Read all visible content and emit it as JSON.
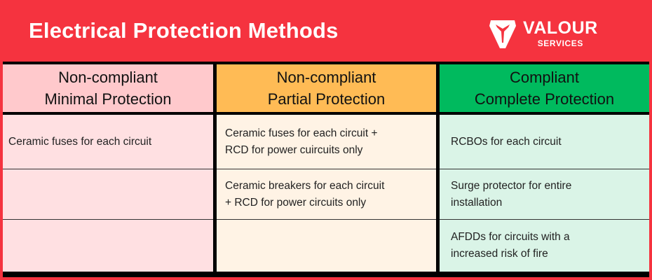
{
  "header": {
    "title": "Electrical Protection Methods",
    "logo": {
      "name": "VALOUR",
      "subtitle": "SERVICES",
      "icon": "valour-shield-icon"
    }
  },
  "colors": {
    "frame": "#F5333F",
    "col_minimal_header": "#FFC9CC",
    "col_minimal_body": "#FFE0E2",
    "col_partial_header": "#FFBB55",
    "col_partial_body": "#FFF3E5",
    "col_complete_header": "#00BA5E",
    "col_complete_body": "#DAF4E7"
  },
  "table": {
    "columns": [
      {
        "line1": "Non-compliant",
        "line2": "Minimal Protection"
      },
      {
        "line1": "Non-compliant",
        "line2": "Partial Protection"
      },
      {
        "line1": "Compliant",
        "line2": "Complete Protection"
      }
    ],
    "rows": [
      [
        "Ceramic fuses for each circuit",
        "Ceramic fuses for each circuit +\nRCD for power cuircuits only",
        "RCBOs for each circuit"
      ],
      [
        "",
        "Ceramic breakers for each circuit\n+ RCD for power circuits only",
        "Surge protector for entire\ninstallation"
      ],
      [
        "",
        "",
        "AFDDs for circuits with a\nincreased risk of fire"
      ]
    ]
  }
}
